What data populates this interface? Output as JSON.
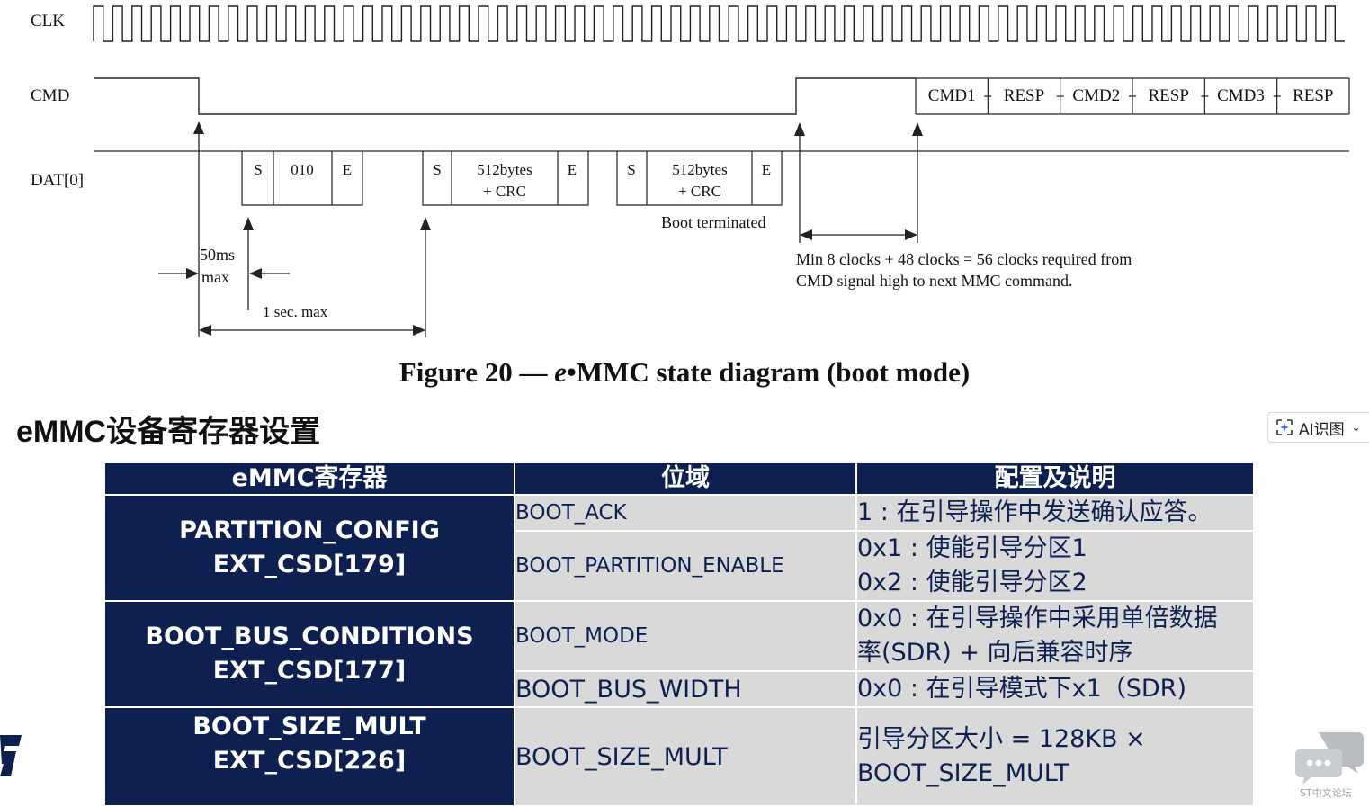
{
  "diagram": {
    "signals": {
      "clk": "CLK",
      "cmd": "CMD",
      "dat": "DAT[0]"
    },
    "dat_blocks": {
      "b1": {
        "s": "S",
        "body": "010",
        "e": "E"
      },
      "b2": {
        "s": "S",
        "line1": "512bytes",
        "line2": "+ CRC",
        "e": "E"
      },
      "b3": {
        "s": "S",
        "line1": "512bytes",
        "line2": "+ CRC",
        "e": "E"
      }
    },
    "cmd_sequence": [
      "CMD1",
      "RESP",
      "CMD2",
      "RESP",
      "CMD3",
      "RESP"
    ],
    "annotations": {
      "boot_terminated": "Boot terminated",
      "ms_line1": "50ms",
      "ms_line2": "max",
      "sec_max": "1 sec. max",
      "clocks_line1": "Min 8 clocks + 48 clocks = 56 clocks required from",
      "clocks_line2": "CMD signal high to next MMC command."
    },
    "caption": {
      "prefix": "Figure 20 — ",
      "italic": "e",
      "rest": "•MMC state diagram (boot mode)"
    }
  },
  "section_title": "eMMC设备寄存器设置",
  "ai_button": {
    "label": "AI识图",
    "icon": "ai-scan-icon"
  },
  "table": {
    "headers": [
      "eMMC寄存器",
      "位域",
      "配置及说明"
    ],
    "groups": [
      {
        "reg_line1": "PARTITION_CONFIG",
        "reg_line2": "EXT_CSD[179]",
        "rows": [
          {
            "field": "BOOT_ACK",
            "desc_line1": "1 : 在引导操作中发送确认应答。"
          },
          {
            "field": "BOOT_PARTITION_ENABLE",
            "desc_line1": "0x1 : 使能引导分区1",
            "desc_line2": "0x2 : 使能引导分区2"
          }
        ]
      },
      {
        "reg_line1": "BOOT_BUS_CONDITIONS",
        "reg_line2": "EXT_CSD[177]",
        "rows": [
          {
            "field": "BOOT_MODE",
            "desc_line1": "0x0 : 在引导操作中采用单倍数据",
            "desc_line2": "率(SDR) + 向后兼容时序"
          },
          {
            "field": "BOOT_BUS_WIDTH",
            "desc_line1": "0x0 : 在引导模式下x1（SDR)"
          }
        ]
      },
      {
        "reg_line1": "BOOT_SIZE_MULT",
        "reg_line2": "EXT_CSD[226]",
        "rows": [
          {
            "field": "BOOT_SIZE_MULT",
            "desc_line1": "引导分区大小 = 128KB ×",
            "desc_line2": "BOOT_SIZE_MULT"
          }
        ]
      }
    ]
  },
  "watermark": {
    "label": "ST中文论坛",
    "icon": "chat-bubbles-icon"
  },
  "logo": {
    "icon": "st-logo-icon"
  },
  "colors": {
    "navy": "#0d2050",
    "cell_gray": "#d9d9d9"
  }
}
